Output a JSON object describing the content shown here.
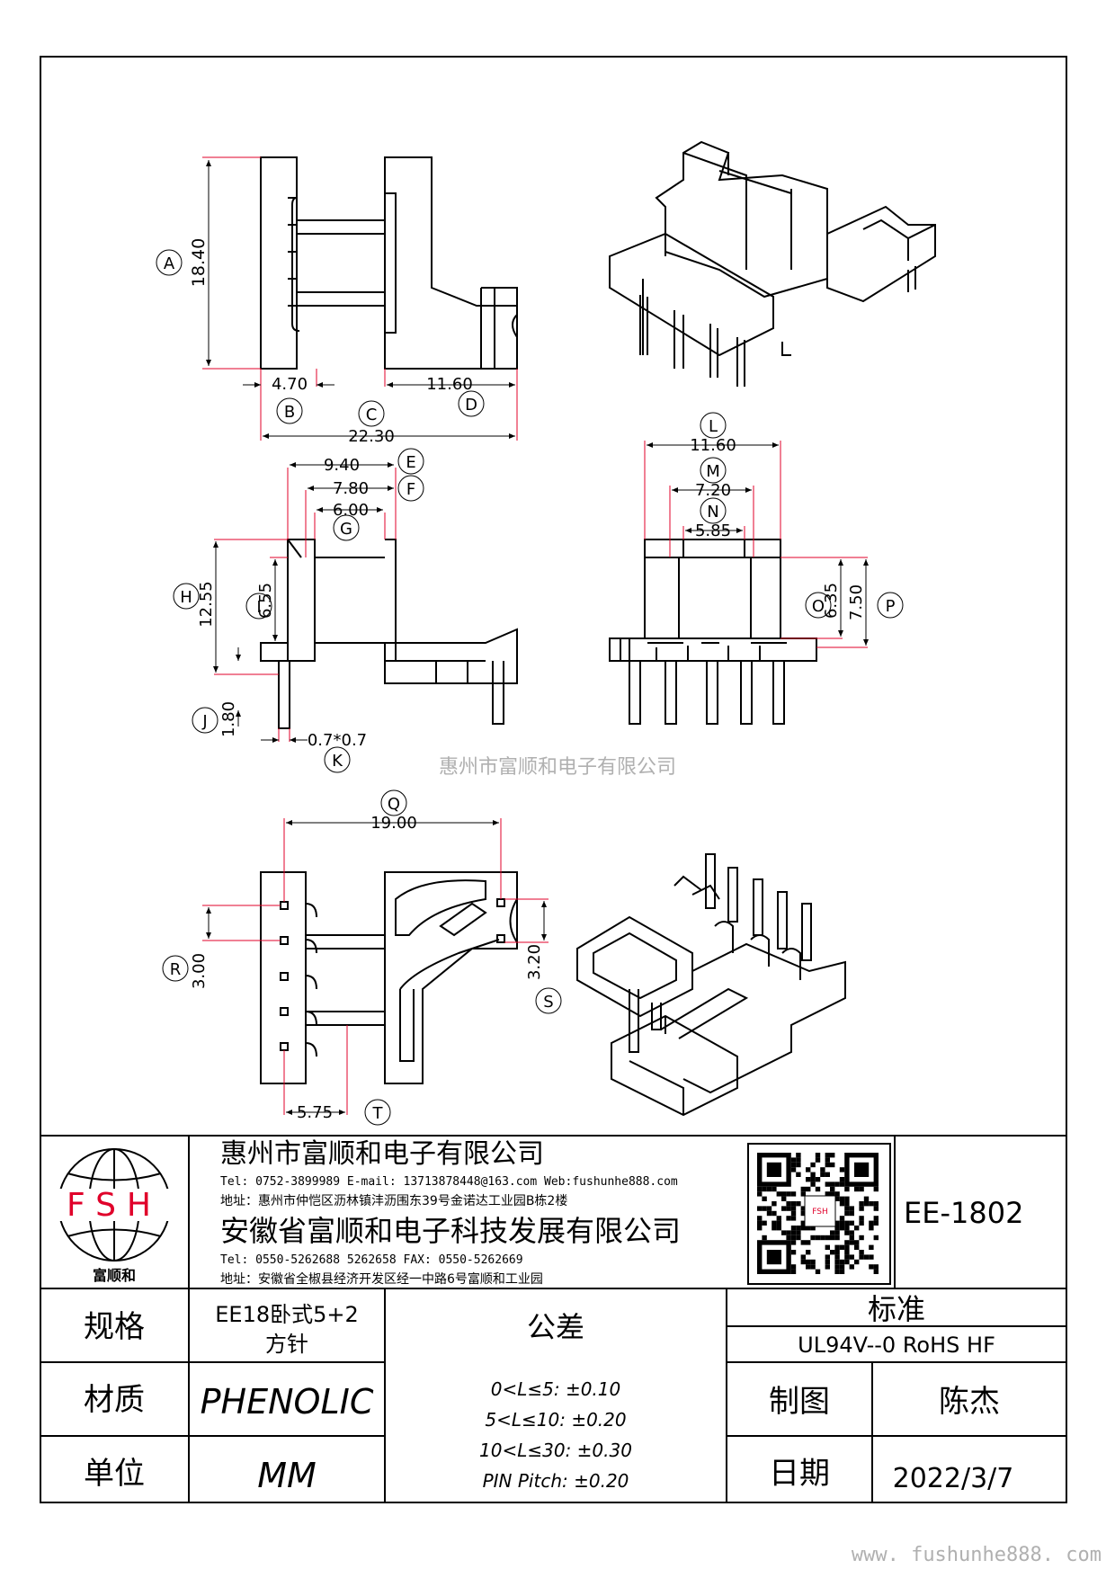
{
  "dimensions": {
    "A": {
      "label": "A",
      "value": "18.40"
    },
    "B": {
      "label": "B",
      "value": "4.70"
    },
    "C": {
      "label": "C",
      "value": "22.30"
    },
    "D": {
      "label": "D",
      "value": "11.60"
    },
    "E": {
      "label": "E",
      "value": "9.40"
    },
    "F": {
      "label": "F",
      "value": "7.80"
    },
    "G": {
      "label": "G",
      "value": "6.00"
    },
    "H": {
      "label": "H",
      "value": "12.55"
    },
    "I": {
      "label": "I",
      "value": "6.55"
    },
    "J": {
      "label": "J",
      "value": "1.80"
    },
    "K": {
      "label": "K",
      "value": "0.7*0.7"
    },
    "L": {
      "label": "L",
      "value": "11.60"
    },
    "M": {
      "label": "M",
      "value": "7.20"
    },
    "N": {
      "label": "N",
      "value": "5.85"
    },
    "O": {
      "label": "O",
      "value": "6.35"
    },
    "P": {
      "label": "P",
      "value": "7.50"
    },
    "Q": {
      "label": "Q",
      "value": "19.00"
    },
    "R": {
      "label": "R",
      "value": "3.00"
    },
    "S": {
      "label": "S",
      "value": "3.20"
    },
    "T": {
      "label": "T",
      "value": "5.75"
    }
  },
  "watermark": {
    "center": "惠州市富顺和电子有限公司",
    "bottom": "www. fushunhe888. com"
  },
  "title_block": {
    "logo_text": "FSH",
    "logo_caption": "富顺和",
    "company1": "惠州市富顺和电子有限公司",
    "company1_contact": "Tel:  0752-3899989  E-mail: 13713878448@163.com  Web:fushunhe888.com",
    "company1_address": "地址：惠州市仲恺区沥林镇沣沥围东39号金诺达工业园B栋2楼",
    "company2": "安徽省富顺和电子科技发展有限公司",
    "company2_contact": "Tel:  0550-5262688  5262658     FAX: 0550-5262669",
    "company2_address": "地址：安徽省全椒县经济开发区经一中路6号富顺和工业园",
    "qr_caption": "FSH",
    "part_number": "EE-1802"
  },
  "table": {
    "spec_label": "规格",
    "spec_value_line1": "EE18卧式5+2",
    "spec_value_line2": "方针",
    "material_label": "材质",
    "material_value": "PHENOLIC",
    "unit_label": "单位",
    "unit_value": "MM",
    "tolerance_label": "公差",
    "tolerances": [
      "0<L≤5: ±0.10",
      "5<L≤10: ±0.20",
      "10<L≤30: ±0.30",
      "PIN Pitch: ±0.20"
    ],
    "standard_label": "标准",
    "standard_value": "UL94V--0  RoHS HF",
    "drawn_label": "制图",
    "drawn_value": "陈杰",
    "date_label": "日期",
    "date_value": "2022/3/7"
  },
  "colors": {
    "dim_line": "#e0002a",
    "outline": "#000000",
    "watermark": "#b0b0b0"
  }
}
